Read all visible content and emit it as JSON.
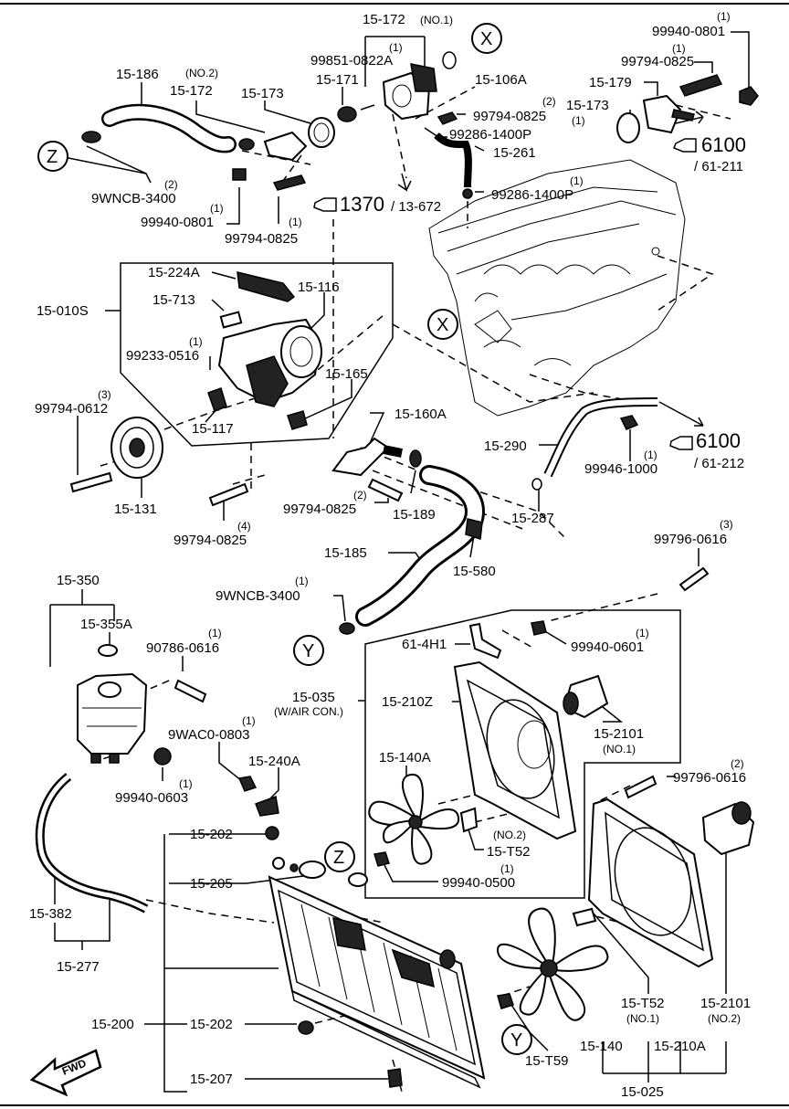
{
  "labels": {
    "l_15_172_no1": "15-172",
    "l_no1_a": "(NO.1)",
    "l_99940_0801_top": "99940-0801",
    "q_99940_0801_top": "(1)",
    "l_99851": "99851-0822A",
    "q_99851": "(1)",
    "l_15_106a": "15-106A",
    "l_99794_0825_tr": "99794-0825",
    "q_99794_0825_tr": "(1)",
    "l_15_179": "15-179",
    "l_15_186": "15-186",
    "l_no2_a": "(NO.2)",
    "l_15_172_no2": "15-172",
    "l_15_173_a": "15-173",
    "l_15_171": "15-171",
    "l_99794_0825_b": "99794-0825",
    "q_99794_0825_b": "(2)",
    "l_15_173_b": "15-173",
    "l_99286_a": "99286-1400P",
    "q_99286_a": "(1)",
    "l_6100_a": "6100",
    "l_61_211": "/ 61-211",
    "l_15_261": "15-261",
    "l_9wncb_a": "9WNCB-3400",
    "q_9wncb_a": "(2)",
    "l_1370": "1370",
    "l_13_672": "/ 13-672",
    "l_99286_b": "99286-1400P",
    "q_99286_b": "(1)",
    "l_99940_0801_l": "99940-0801",
    "q_99940_0801_l": "(1)",
    "l_99794_0825_c": "99794-0825",
    "q_99794_0825_c": "(1)",
    "l_15_224a": "15-224A",
    "l_15_116": "15-116",
    "l_15_713": "15-713",
    "l_15_010s": "15-010S",
    "l_99233": "99233-0516",
    "q_99233": "(1)",
    "l_15_165": "15-165",
    "l_99794_0612": "99794-0612",
    "q_99794_0612": "(3)",
    "l_15_117": "15-117",
    "l_15_160a": "15-160A",
    "l_6100_b": "6100",
    "l_61_212": "/ 61-212",
    "l_15_290": "15-290",
    "l_99946": "99946-1000",
    "q_99946": "(1)",
    "l_15_131": "15-131",
    "l_99794_0825_d": "99794-0825",
    "q_99794_0825_d": "(2)",
    "l_15_189": "15-189",
    "l_15_287": "15-287",
    "l_99794_0825_e": "99794-0825",
    "q_99794_0825_e": "(4)",
    "l_99796_0616_a": "99796-0616",
    "q_99796_0616_a": "(3)",
    "l_15_185": "15-185",
    "l_15_580": "15-580",
    "l_15_350": "15-350",
    "l_15_355a": "15-355A",
    "l_9wncb_b": "9WNCB-3400",
    "q_9wncb_b": "(1)",
    "l_90786": "90786-0616",
    "q_90786": "(1)",
    "l_61_4h1": "61-4H1",
    "l_99940_0601": "99940-0601",
    "q_99940_0601": "(1)",
    "l_15_035": "15-035",
    "l_wair": "(W/AIR CON.)",
    "l_15_210z": "15-210Z",
    "l_15_2101_no1": "15-2101",
    "l_no1_b": "(NO.1)",
    "l_9wac0": "9WAC0-0803",
    "q_9wac0": "(1)",
    "l_15_240a": "15-240A",
    "l_15_140a": "15-140A",
    "l_99940_0603": "99940-0603",
    "q_99940_0603": "(1)",
    "l_99796_0616_b": "99796-0616",
    "q_99796_0616_b": "(2)",
    "l_no2_b": "(NO.2)",
    "l_15_t52_a": "15-T52",
    "l_15_202_a": "15-202",
    "l_99940_0500": "99940-0500",
    "q_99940_0500": "(1)",
    "l_15_205": "15-205",
    "l_15_382": "15-382",
    "l_15_277": "15-277",
    "l_15_t52_b": "15-T52",
    "l_no1_c": "(NO.1)",
    "l_15_2101_no2": "15-2101",
    "l_no2_c": "(NO.2)",
    "l_15_200": "15-200",
    "l_15_202_b": "15-202",
    "l_15_t59": "15-T59",
    "l_15_140": "15-140",
    "l_15_210a": "15-210A",
    "l_15_207": "15-207",
    "l_15_025": "15-025",
    "l_fwd": "FWD"
  },
  "callouts": [
    "X",
    "Z",
    "X",
    "Y",
    "Z",
    "Y"
  ]
}
